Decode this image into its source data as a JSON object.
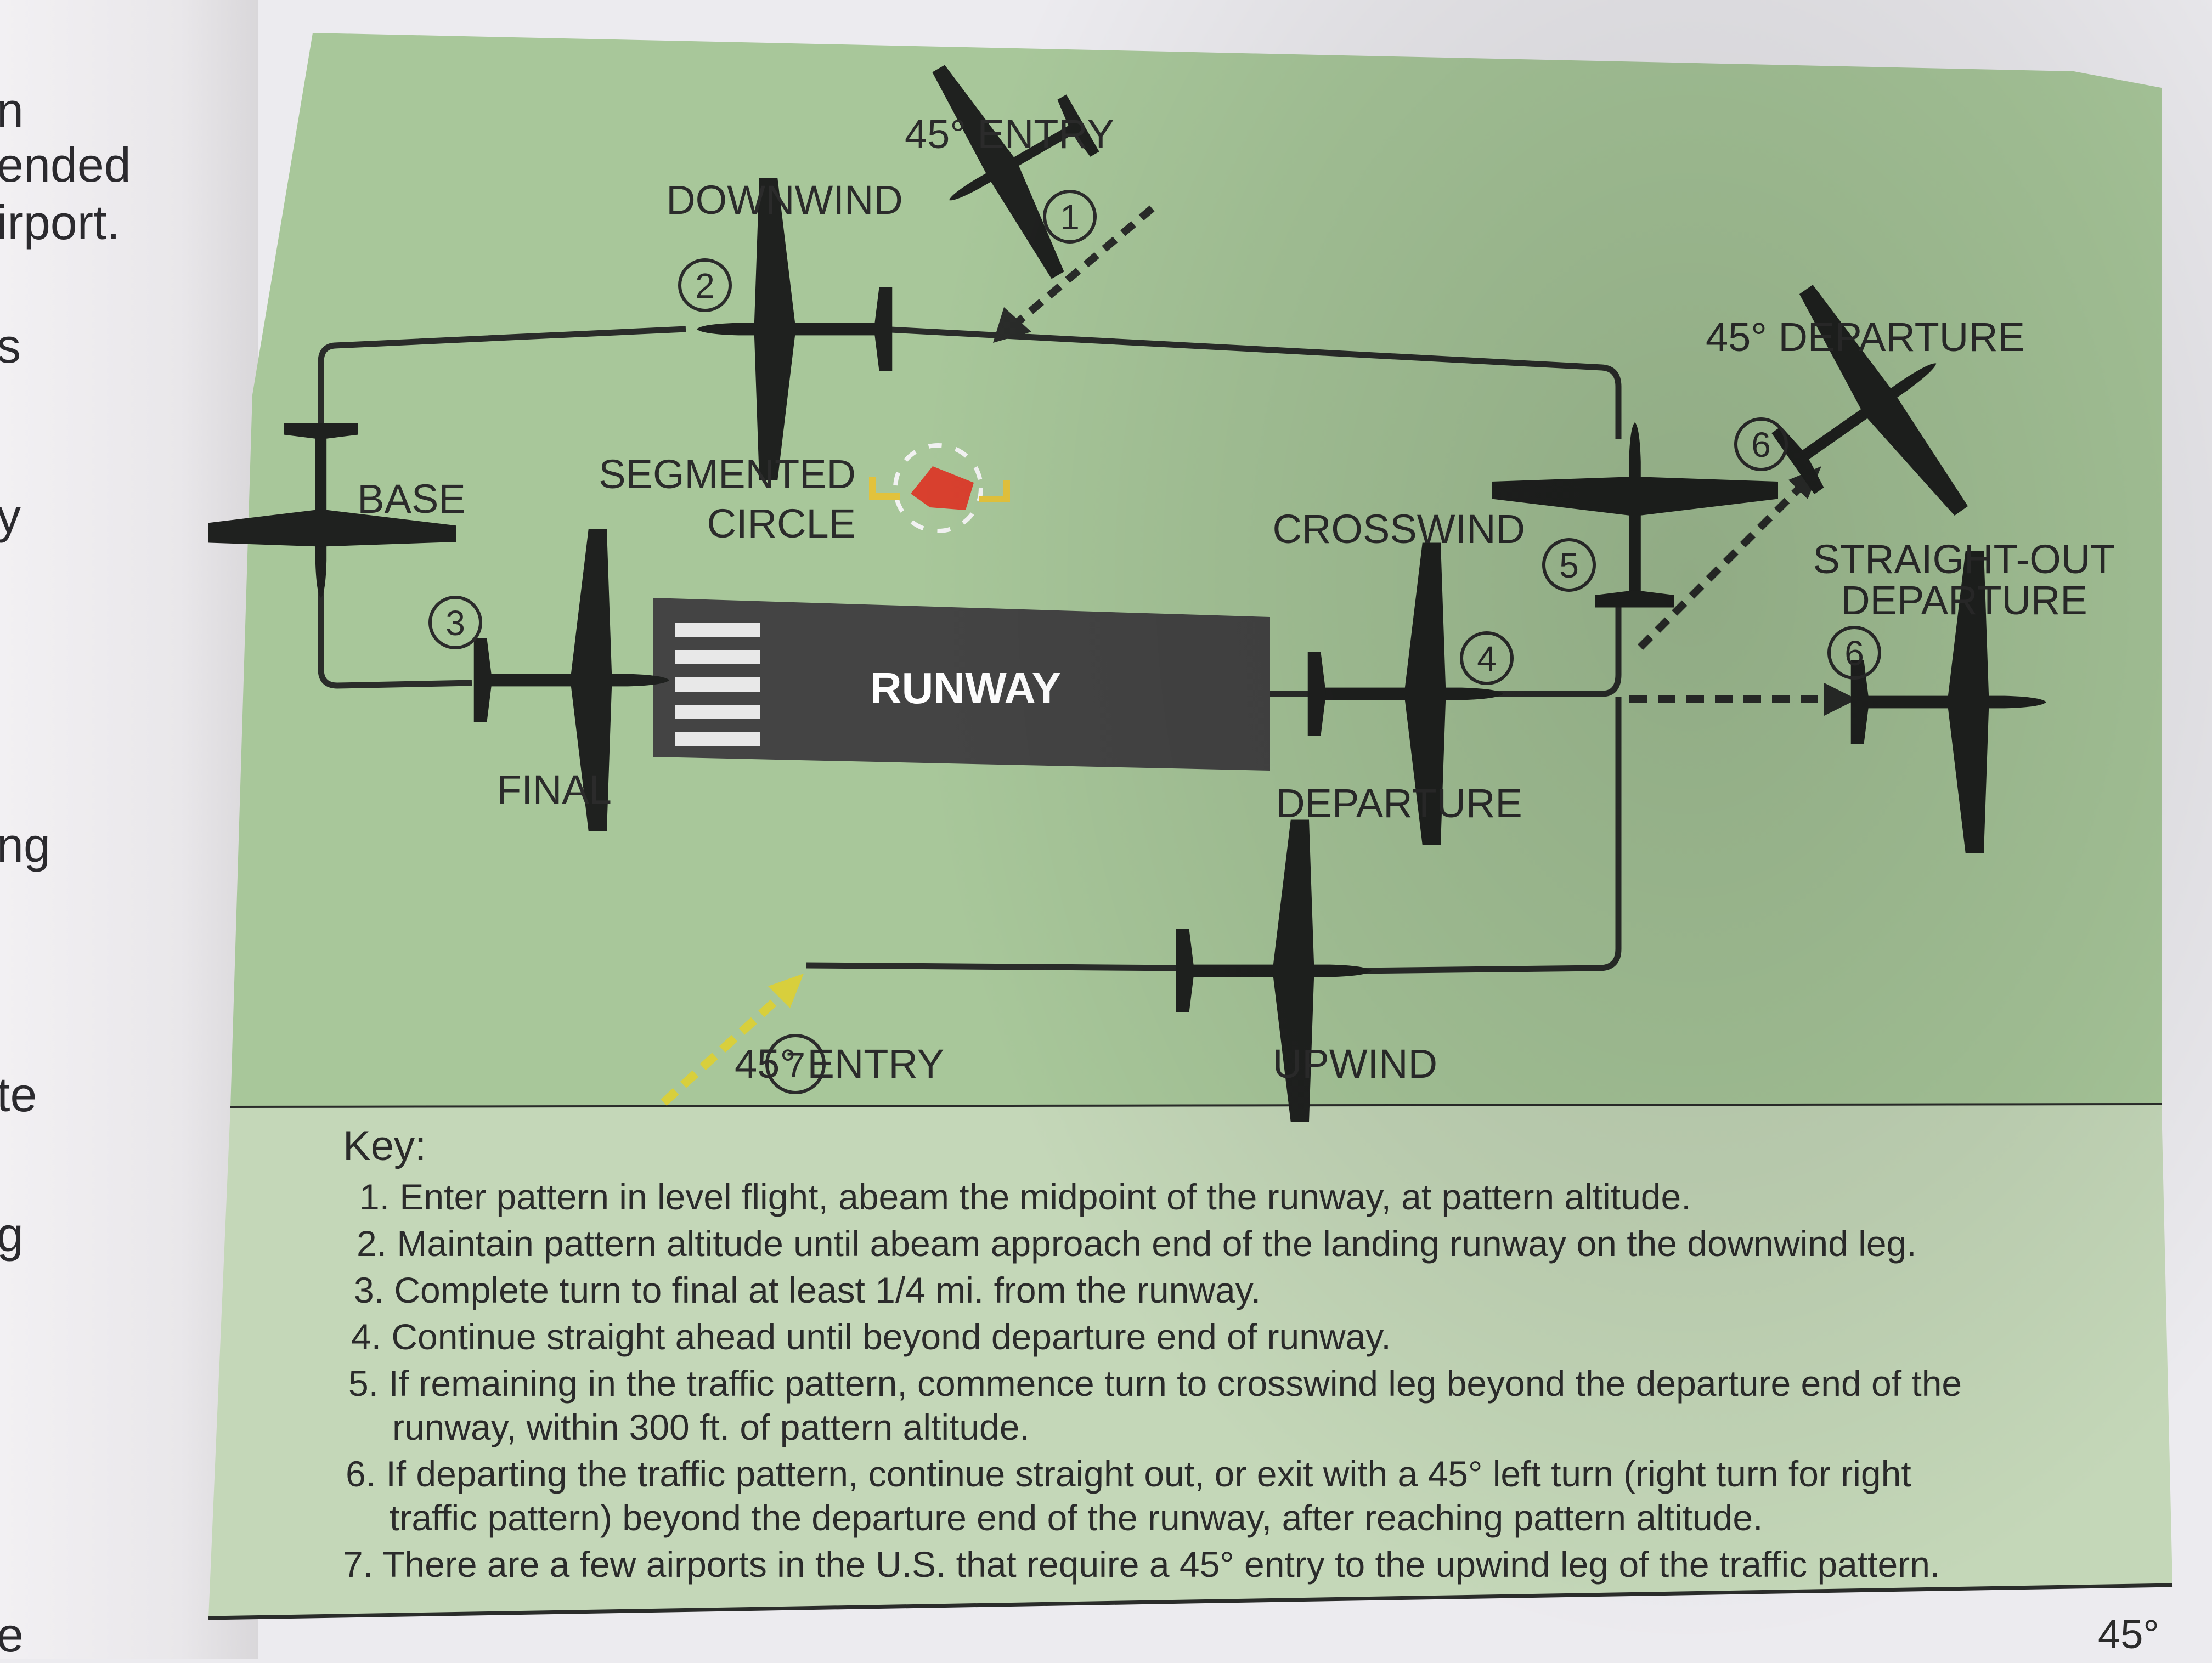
{
  "margin_fragments": [
    "n",
    "ended",
    "irport.",
    "s",
    "y",
    "ng",
    "te",
    "g",
    "e"
  ],
  "labels": {
    "entry_top": "45° ENTRY",
    "downwind": "DOWNWIND",
    "departure_45": "45° DEPARTURE",
    "base": "BASE",
    "segmented_1": "SEGMENTED",
    "segmented_2": "CIRCLE",
    "crosswind": "CROSSWIND",
    "straight_out_1": "STRAIGHT-OUT",
    "straight_out_2": "DEPARTURE",
    "runway": "RUNWAY",
    "final": "FINAL",
    "departure": "DEPARTURE",
    "entry_bottom": "45° ENTRY",
    "upwind": "UPWIND"
  },
  "markers": [
    "1",
    "2",
    "3",
    "4",
    "5",
    "6",
    "6",
    "7"
  ],
  "key": {
    "title": "Key:",
    "lines": [
      "1. Enter pattern in level flight, abeam the midpoint of the runway, at pattern altitude.",
      "2. Maintain pattern altitude until abeam approach end of the landing runway on the downwind leg.",
      "3. Complete turn to final at least 1/4 mi. from the runway.",
      "4. Continue straight ahead until beyond departure end of runway.",
      "5. If remaining in the traffic pattern, commence turn to crosswind leg beyond the departure end of the",
      "runway, within 300 ft. of pattern altitude.",
      "6. If departing the traffic pattern, continue straight out, or exit with a 45° left turn (right turn for right",
      "traffic pattern) beyond the departure end of the runway, after reaching pattern altitude.",
      "7. There are a few airports in the U.S. that require a 45° entry to the upwind leg of the traffic pattern."
    ]
  },
  "footer_fragment": "45°",
  "colors": {
    "diagram_bg": "#a8c79a",
    "key_bg": "#c4d7b8",
    "runway": "#444444",
    "aircraft": "#1f211f",
    "pattern_line": "#2a2c2a",
    "entry_arrow_yellow": "#d8cf3c",
    "windsock": "#d9402e",
    "circle_marks": "#e2c23c"
  }
}
